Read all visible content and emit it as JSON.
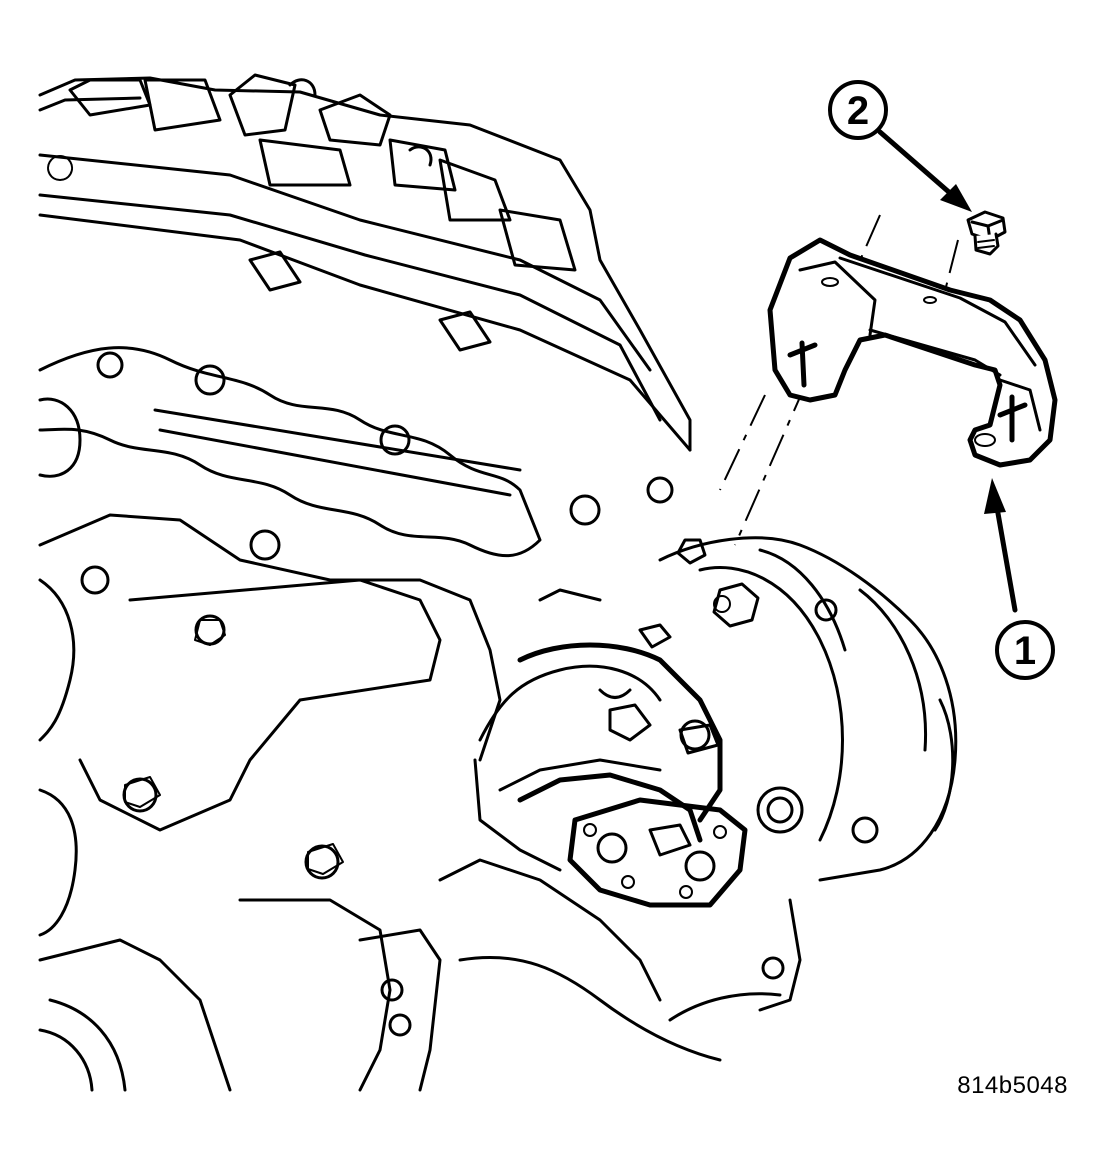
{
  "callouts": [
    {
      "id": "1",
      "label": "1"
    },
    {
      "id": "2",
      "label": "2"
    }
  ],
  "figure_id": "814b5048",
  "colors": {
    "ink": "#000000",
    "paper": "#ffffff"
  }
}
